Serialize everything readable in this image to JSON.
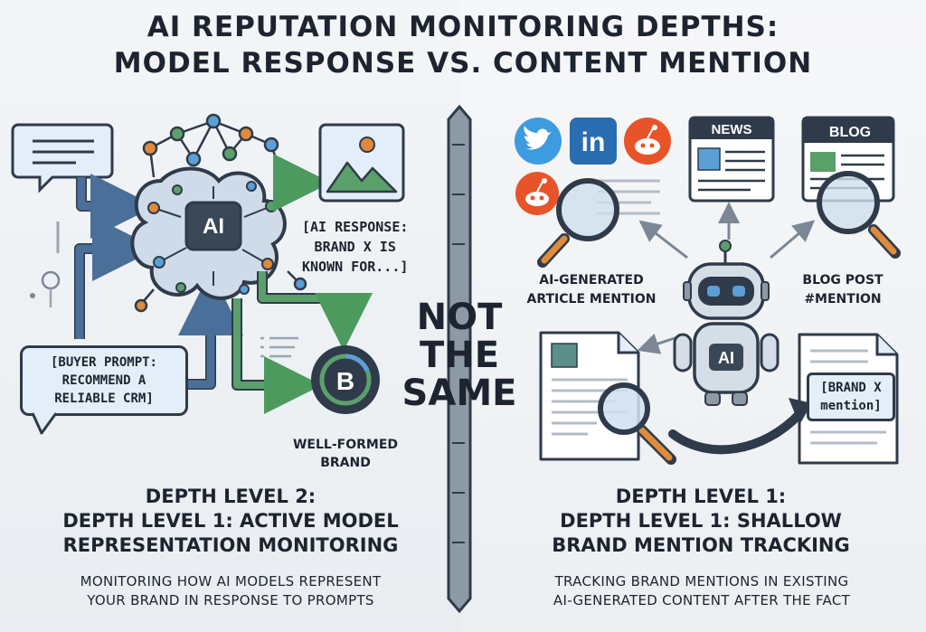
{
  "title": {
    "line1": "AI REPUTATION MONITORING DEPTHS:",
    "line2": "MODEL RESPONSE VS. CONTENT MENTION"
  },
  "left": {
    "brain_label": "AI",
    "ai_response": [
      "[AI RESPONSE:",
      "BRAND X IS",
      "KNOWN FOR...]"
    ],
    "buyer_prompt": [
      "[BUYER PROMPT:",
      "RECOMMEND A",
      "RELIABLE CRM]"
    ],
    "brand_badge": "B",
    "brand_caption": [
      "WELL-FORMED",
      "BRAND"
    ],
    "heading": [
      "DEPTH LEVEL 2:",
      "DEPTH LEVEL 1: ACTIVE MODEL",
      "REPRESENTATION MONITORING"
    ],
    "description": [
      "MONITORING HOW AI MODELS REPRESENT",
      "YOUR BRAND IN RESPONSE TO PROMPTS"
    ]
  },
  "center": {
    "divider_text": [
      "NOT",
      "THE",
      "SAME"
    ]
  },
  "right": {
    "social_icons": [
      "twitter-icon",
      "linkedin-icon",
      "reddit-icon",
      "reddit-icon"
    ],
    "linkedin_text": "in",
    "news_label": "NEWS",
    "blog_label": "BLOG",
    "robot_label": "AI",
    "article_caption": [
      "AI-GENERATED",
      "ARTICLE MENTION"
    ],
    "blog_caption": [
      "BLOG POST",
      "#MENTION"
    ],
    "brand_mention": [
      "[BRAND X",
      "mention]"
    ],
    "heading": [
      "DEPTH LEVEL 1:",
      "DEPTH LEVEL 1: SHALLOW",
      "BRAND MENTION TRACKING"
    ],
    "description": [
      "TRACKING BRAND MENTIONS IN EXISTING",
      "AI-GENERATED CONTENT AFTER THE FACT"
    ]
  },
  "colors": {
    "dark": "#2f3b4a",
    "light_blue": "#dbe8f5",
    "mid_blue": "#5b7fa6",
    "green": "#5aa06a",
    "orange": "#e08a3c",
    "twitter": "#3d9be0",
    "linkedin": "#2a6db0",
    "reddit": "#e8542a"
  }
}
